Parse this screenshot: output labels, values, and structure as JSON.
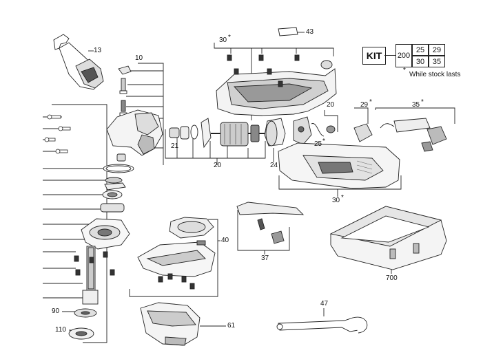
{
  "callouts": {
    "c13": "13",
    "c10": "10",
    "c30_top": "30",
    "c43": "43",
    "c20_small": "20",
    "c29": "29",
    "c35": "35",
    "c21": "21",
    "c20_bottom": "20",
    "c24": "24",
    "c25": "25",
    "c30_bottom": "30",
    "c40": "40",
    "c37": "37",
    "c700": "700",
    "c90": "90",
    "c110": "110",
    "c47": "47",
    "c61": "61"
  },
  "asterisk": "*",
  "kit": {
    "label": "KIT",
    "number": "200",
    "cells": [
      "25",
      "29",
      "30",
      "35"
    ]
  },
  "note": "While stock lasts"
}
